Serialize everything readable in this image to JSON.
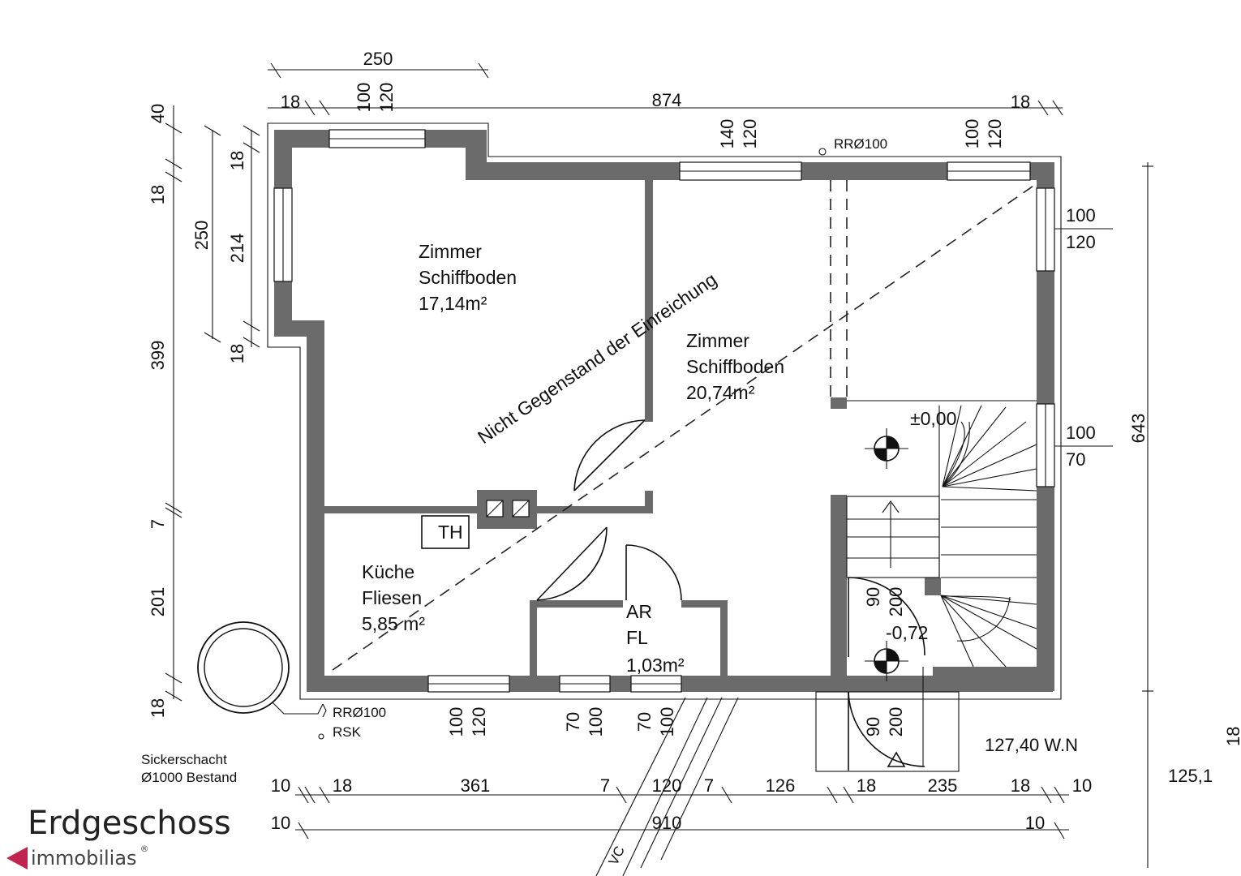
{
  "title": "Erdgeschoss",
  "brand": {
    "name": "immobilias",
    "mark": "®"
  },
  "rooms": [
    {
      "name": "Zimmer",
      "floor": "Schiffboden",
      "area": "17,14m²"
    },
    {
      "name": "Zimmer",
      "floor": "Schiffboden",
      "area": "20,74m²"
    },
    {
      "name": "Küche",
      "floor": "Fliesen",
      "area": "5,85 m²"
    },
    {
      "name": "AR",
      "floor": "FL",
      "area": "1,03m²"
    }
  ],
  "labels": {
    "not_subject": "Nicht Gegenstand der Einreichung",
    "th": "TH",
    "rr_top": "RRØ100",
    "rr_bottom": "RRØ100",
    "rsk": "RSK",
    "level_zero": "±0,00",
    "level_stair": "-0,72",
    "soak_name": "Sickerschacht",
    "soak_size": "Ø1000 Bestand",
    "height_wn": "127,40 W.N",
    "height_right": "125,1",
    "vc": "VC",
    "cut_right": "18"
  },
  "dims": {
    "top_250": "250",
    "top_18_left": "18",
    "top_100_a": "100",
    "top_120_a": "120",
    "top_874": "874",
    "top_140": "140",
    "top_120_b": "120",
    "top_100_b": "100",
    "top_120_c": "120",
    "top_18_right": "18",
    "left_40": "40",
    "left_18_a": "18",
    "left_399": "399",
    "left_7": "7",
    "left_201": "201",
    "left_18_b": "18",
    "inner_250": "250",
    "inner_18_a": "18",
    "inner_214": "214",
    "inner_18_b": "18",
    "right_100_a": "100",
    "right_120": "120",
    "right_100_b": "100",
    "right_70": "70",
    "right_643": "643",
    "bot_100_a": "100",
    "bot_120_a": "120",
    "bot_70_a": "70",
    "bot_100_b": "100",
    "bot_70_b": "70",
    "bot_100_c": "100",
    "stair_90": "90",
    "stair_200": "200",
    "door_90": "90",
    "door_200": "200",
    "row1": [
      "10",
      "18",
      "361",
      "7",
      "120",
      "7",
      "126",
      "18",
      "235",
      "18",
      "10"
    ],
    "row2": [
      "10",
      "910",
      "10"
    ]
  },
  "colors": {
    "wall": "#6b6b6b",
    "brand": "#c0244e"
  }
}
